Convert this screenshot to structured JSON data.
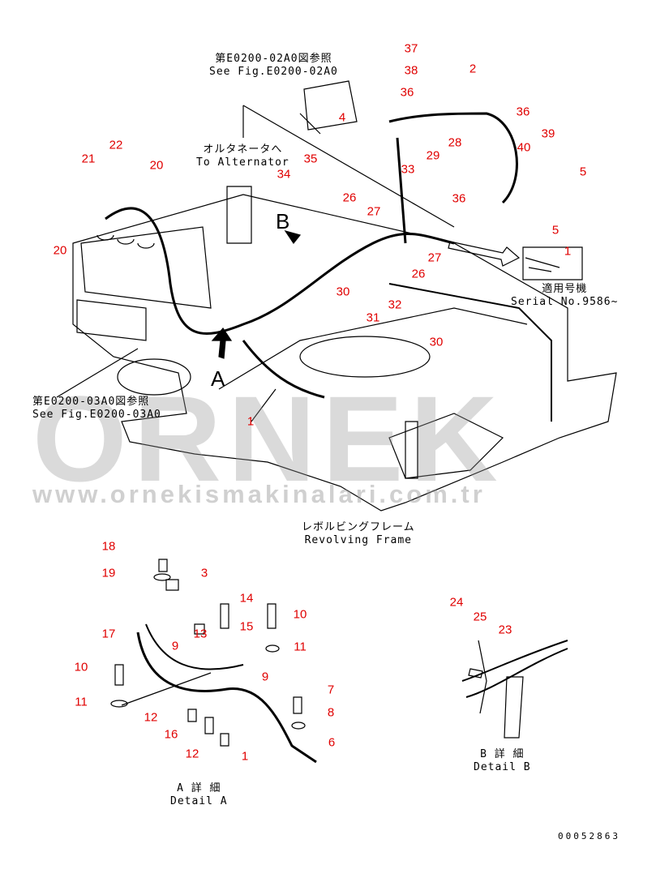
{
  "references": {
    "top": {
      "jp": "第E0200-02A0図参照",
      "en": "See Fig.E0200-02A0"
    },
    "left": {
      "jp": "第E0200-03A0図参照",
      "en": "See Fig.E0200-03A0"
    }
  },
  "alternator": {
    "jp": "オルタネータへ",
    "en": "To Alternator"
  },
  "serial": {
    "jp": "適用号機",
    "en": "Serial No.9586~",
    "callout": "1"
  },
  "view_letters": {
    "a": "A",
    "b": "B"
  },
  "frame": {
    "jp": "レボルビングフレーム",
    "en": "Revolving Frame"
  },
  "detail_a": {
    "jp": "A 詳 細",
    "en": "Detail A"
  },
  "detail_b": {
    "jp": "B 詳 細",
    "en": "Detail B"
  },
  "watermark": {
    "brand": "ORNEK",
    "url": "www.ornekismakinalari.com.tr"
  },
  "drawing_code": "00052863",
  "callouts": [
    "37",
    "38",
    "2",
    "36",
    "36",
    "4",
    "39",
    "40",
    "29",
    "28",
    "5",
    "33",
    "36",
    "5",
    "35",
    "34",
    "26",
    "27",
    "27",
    "26",
    "30",
    "32",
    "31",
    "30",
    "22",
    "21",
    "20",
    "20",
    "1",
    "18",
    "19",
    "3",
    "14",
    "10",
    "15",
    "17",
    "9",
    "13",
    "11",
    "9",
    "10",
    "11",
    "12",
    "7",
    "8",
    "16",
    "6",
    "1",
    "12",
    "24",
    "25",
    "23"
  ],
  "colors": {
    "callout": "#e00000",
    "watermark": "#969696",
    "accent": "#e8c060"
  }
}
